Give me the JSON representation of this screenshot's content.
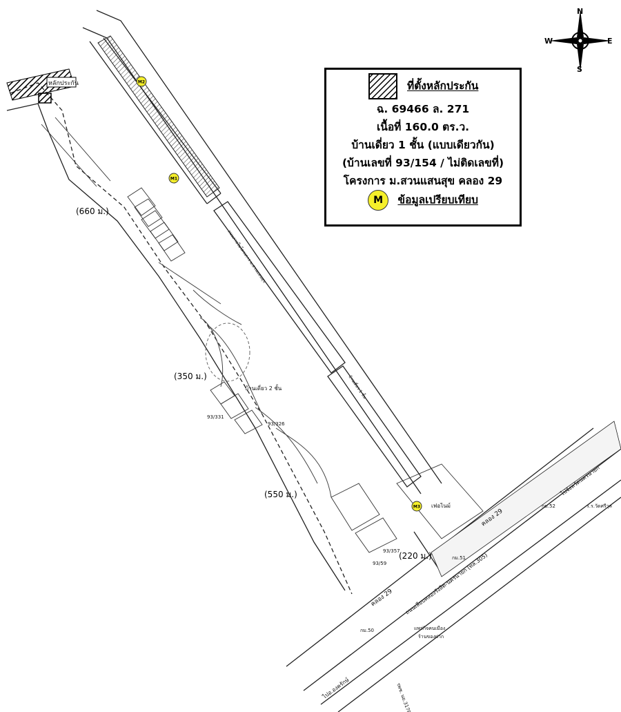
{
  "legend": {
    "collateral_title": "ที่ตั้งหลักประกัน",
    "title_deed": "ฉ. 69466 ล. 271",
    "area": "เนื้อที่ 160.0 ตร.ว.",
    "building": "บ้านเดี่ยว 1 ชั้น (แบบเดียวกัน)",
    "house_no": "(บ้านเลขที่ 93/154 / ไม่ติดเลขที่)",
    "project": "โครงการ ม.สวนแสนสุข คลอง 29",
    "comparison_symbol": "M",
    "comparison_label": "ข้อมูลเปรียบเทียบ"
  },
  "compass": {
    "north": "N",
    "south": "S",
    "east": "E",
    "west": "W"
  },
  "distances": {
    "d660": "(660 ม.)",
    "d350": "(350 ม.)",
    "d550": "(550 ม.)",
    "d220": "(220 ม.)"
  },
  "labels": {
    "collateral_tag": "หลักประกัน",
    "house_corner": "บ้านเดี่ยว 2 ชั้น",
    "khlong_29_top": "คลอง 29",
    "khlong_29_bottom": "คลอง 29",
    "road_name": "ถนนเลียบคลองรังสิต-นครนายก (ทล.305)",
    "to_nakhon_nayok": "ไปจังหวัดนครนายก",
    "to_ongkharak": "ไปอ.องครักษ์",
    "market": "เฟอไนม์",
    "km51": "กม.51",
    "km52": "กม.52",
    "km50": "กม.50",
    "temple": "ร.ร.วัดศรีวุล",
    "police": "แพร่กิจคนเมือง",
    "shop": "ร้านของฝาก",
    "rural_road": "รพช. นย.3178",
    "house_93_331": "93/331",
    "house_93_326": "93/326",
    "house_93_357": "93/357",
    "house_93_59": "93/59",
    "house_row_label": "บ้านเดี่ยว 1 ชั้น",
    "project_road": "ถนนภายในโครงการ ม.สวนแสนสุข"
  },
  "markers": [
    {
      "id": "m1",
      "text": "M1"
    },
    {
      "id": "m2",
      "text": "M2"
    },
    {
      "id": "m3",
      "text": "M3"
    }
  ],
  "colors": {
    "marker_fill": "#f5ef2a",
    "line": "#222222"
  }
}
